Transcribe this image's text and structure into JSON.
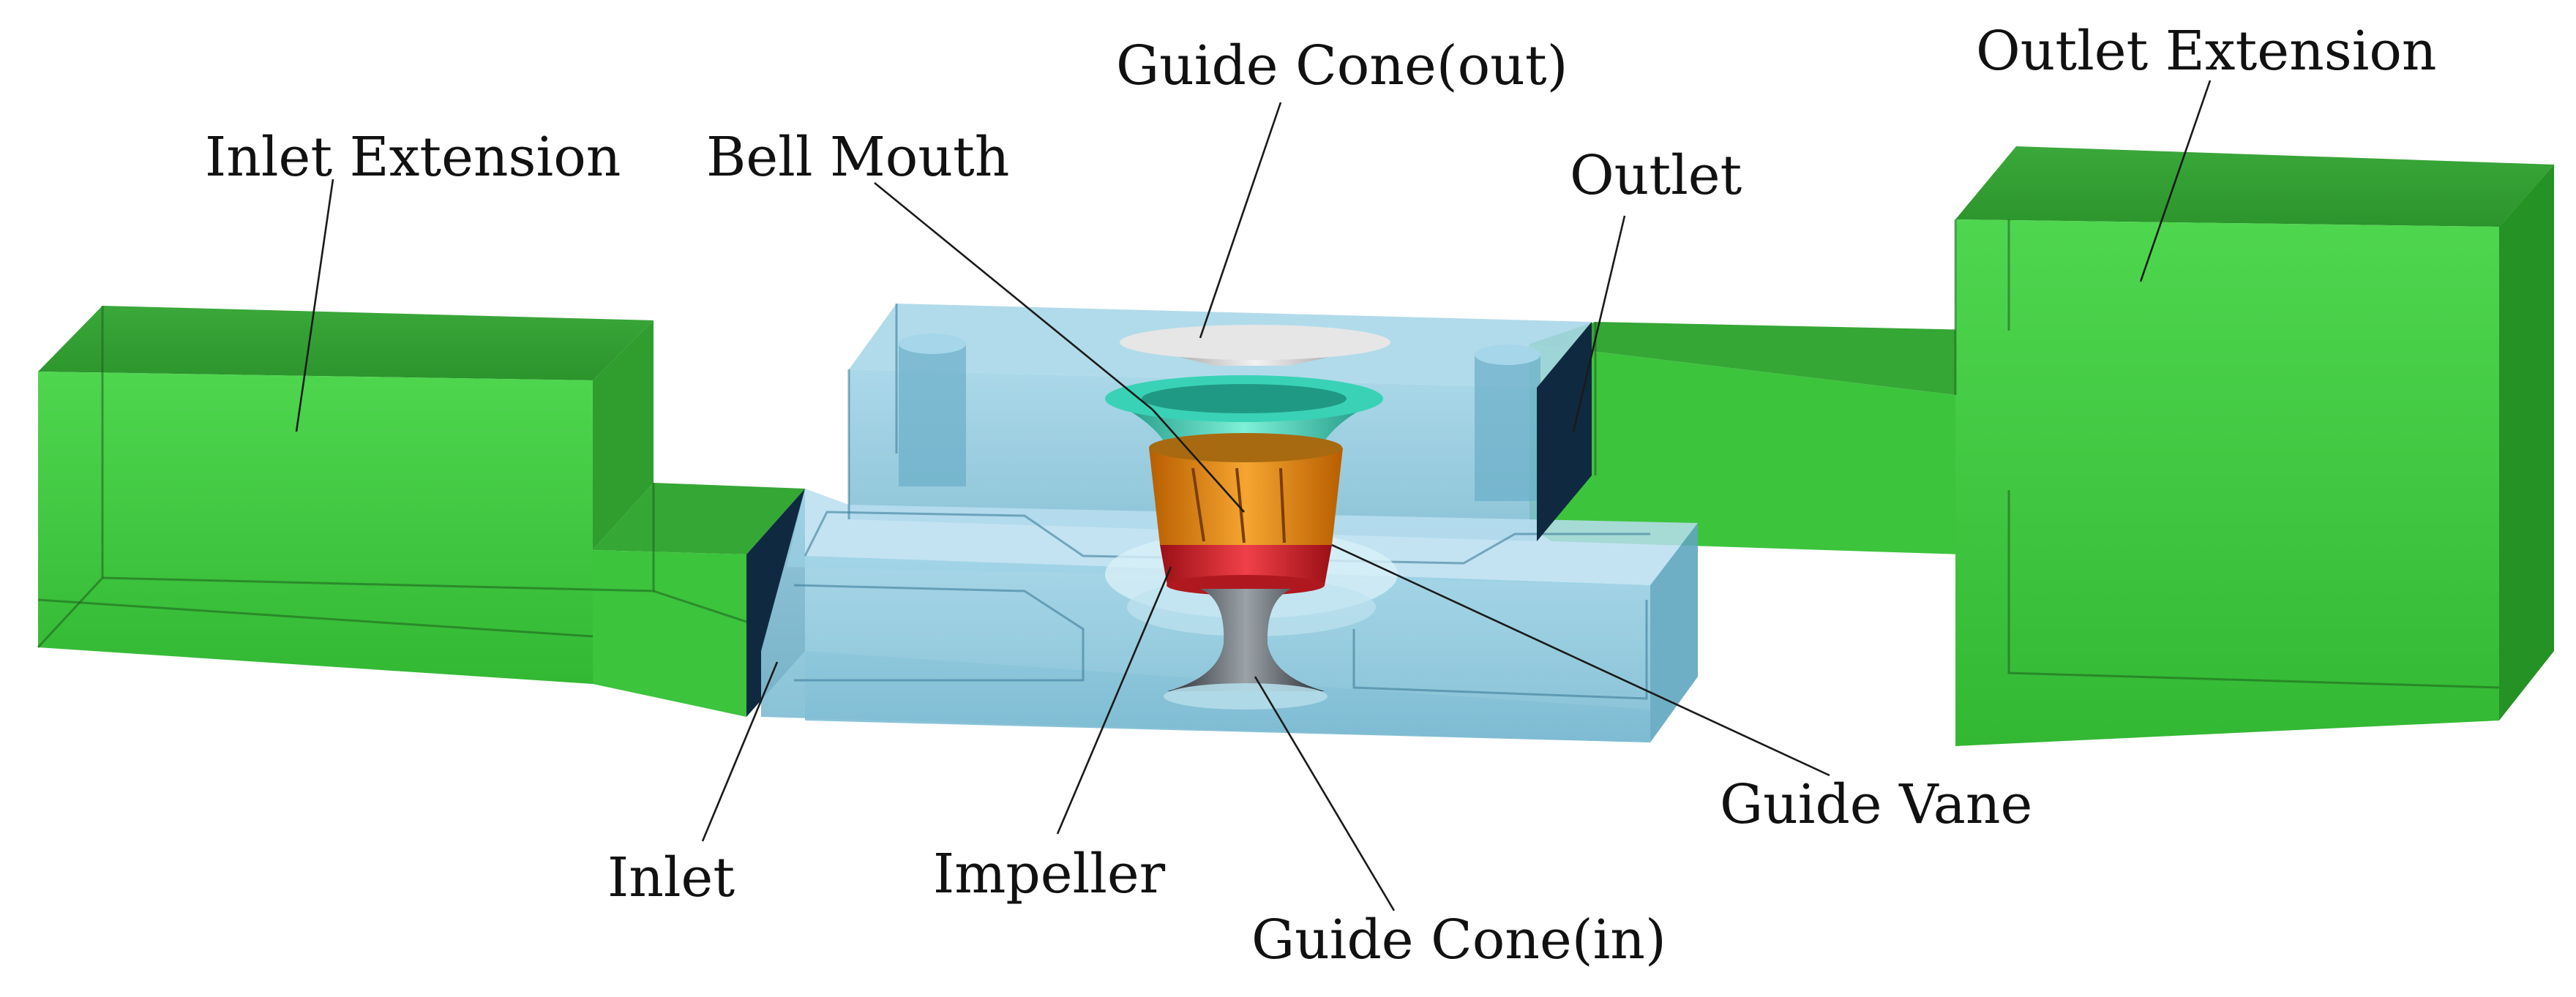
{
  "labels": {
    "inlet_extension": "Inlet Extension",
    "bell_mouth": "Bell Mouth",
    "guide_cone_out": "Guide Cone(out)",
    "outlet": "Outlet",
    "outlet_extension": "Outlet Extension",
    "guide_vane": "Guide Vane",
    "inlet": "Inlet",
    "impeller": "Impeller",
    "guide_cone_in": "Guide Cone(in)"
  },
  "colors": {
    "extension_green": "#3fcc3f",
    "extension_green_dark": "#2aa02a",
    "extension_green_light": "#6be06b",
    "tank_blue": "#8fc9dd",
    "tank_blue_dark": "#5fa6bf",
    "port_navy": "#0f2a40",
    "bell_mouth_teal": "#2fc2a8",
    "guide_vane_orange": "#e08a10",
    "impeller_red": "#d4202a",
    "guide_cone_grey": "#c8c8c8"
  }
}
